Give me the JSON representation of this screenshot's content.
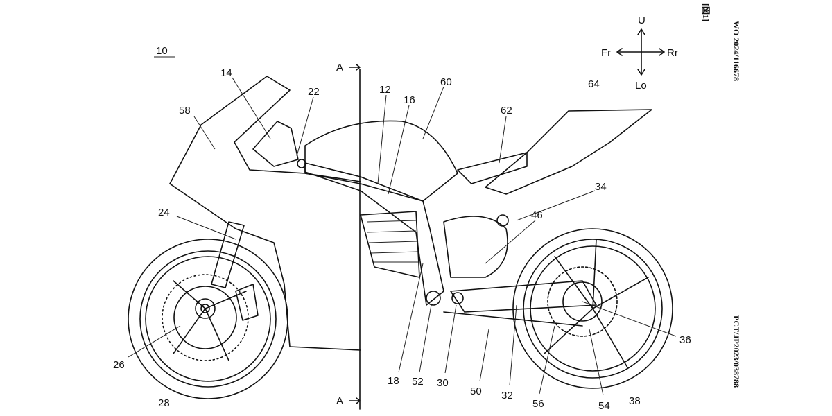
{
  "figure_label": "[図1]",
  "publication_number": "WO 2024/116678",
  "application_number": "PCT/JP2023/038788",
  "orientation": {
    "up": "U",
    "down": "Lo",
    "front": "Fr",
    "rear": "Rr"
  },
  "section_marker": "A",
  "reference_numerals": {
    "motorcycle": "10",
    "handle": "14",
    "grip": "22",
    "front_cowl": "58",
    "frame": "12",
    "main_frame": "16",
    "tank_cover": "60",
    "seat": "62",
    "tail_cover": "64",
    "component_34": "34",
    "motor": "46",
    "front_fork": "24",
    "brake_disc": "26",
    "front_wheel": "28",
    "pivot_frame": "18",
    "drive_sprocket": "52",
    "pivot_shaft": "30",
    "chain": "50",
    "swing_arm": "32",
    "driven_sprocket": "56",
    "rear_hub": "54",
    "rear_wheel": "38",
    "rear_axle": "36"
  }
}
